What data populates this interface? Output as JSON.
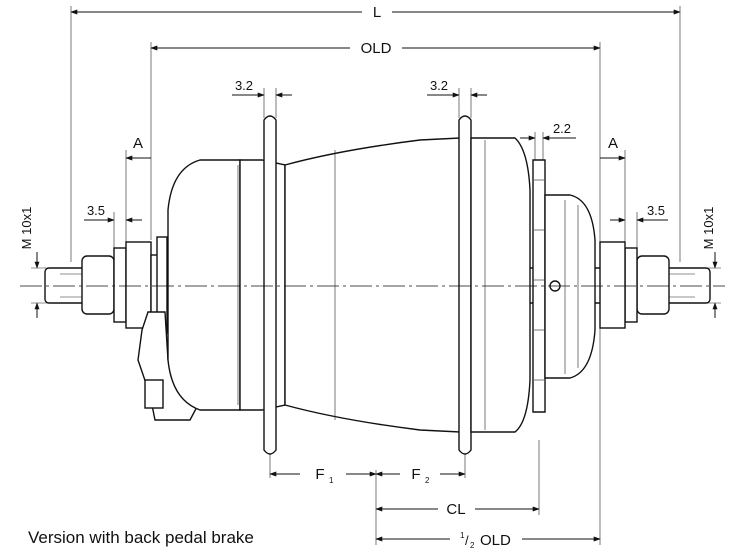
{
  "dimensions": {
    "overall_length": "L",
    "over_locknut": "OLD",
    "flange_thickness_left": "3.2",
    "flange_thickness_right": "3.2",
    "sprocket_offset": "2.2",
    "axle_protrusion_left": "A",
    "axle_protrusion_right": "A",
    "nut_left": "3.5",
    "nut_right": "3.5",
    "thread_left": "M 10x1",
    "thread_right": "M 10x1",
    "flange_left": "F",
    "flange_left_sub": "1",
    "flange_right": "F",
    "flange_right_sub": "2",
    "chainline": "CL",
    "half_old_num": "1",
    "half_old_den": "2",
    "half_old_label": "OLD"
  },
  "caption": "Version with back pedal brake"
}
